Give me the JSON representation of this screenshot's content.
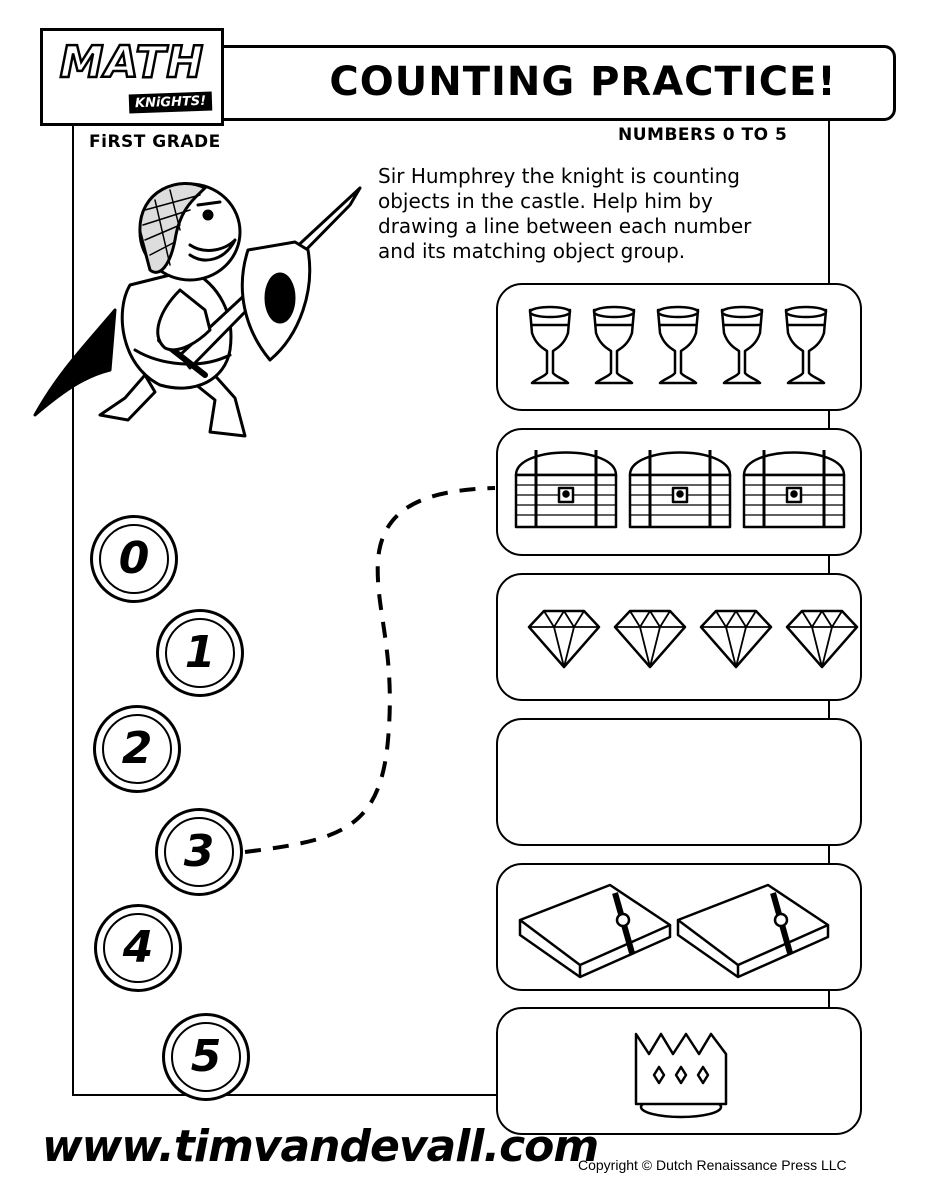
{
  "logo": {
    "line1": "MATH",
    "line2": "KNiGHTS!"
  },
  "header": {
    "title": "COUNTING PRACTICE!"
  },
  "grade_label": "FiRST GRADE",
  "range_label": "NUMBERS 0 TO 5",
  "instructions": "Sir Humphrey the  knight is counting\nobjects in the castle. Help him by\ndrawing a line between each number\nand its matching object group.",
  "numbers": [
    "0",
    "1",
    "2",
    "3",
    "4",
    "5"
  ],
  "object_groups": [
    {
      "object": "goblet-icon",
      "count": 5
    },
    {
      "object": "treasure-chest-icon",
      "count": 3
    },
    {
      "object": "diamond-icon",
      "count": 4
    },
    {
      "object": "empty",
      "count": 0
    },
    {
      "object": "book-icon",
      "count": 2
    },
    {
      "object": "crown-icon",
      "count": 1
    }
  ],
  "example_match": {
    "number": "3",
    "object_group": "treasure-chest-icon"
  },
  "footer": {
    "url": "www.timvandevall.com",
    "copyright": "Copyright © Dutch Renaissance Press LLC"
  }
}
